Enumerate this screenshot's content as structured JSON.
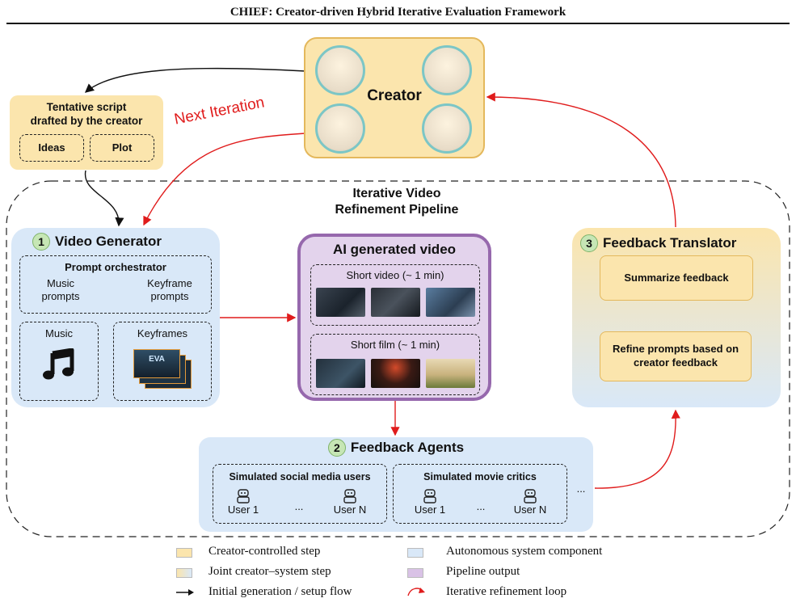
{
  "title": "CHIEF: Creator-driven Hybrid Iterative Evaluation Framework",
  "creator": {
    "label": "Creator"
  },
  "script": {
    "title_line1": "Tentative script",
    "title_line2": "drafted by the creator",
    "ideas": "Ideas",
    "plot": "Plot"
  },
  "loop_label": "Next Iteration",
  "pipeline": {
    "line1": "Iterative Video",
    "line2": "Refinement Pipeline"
  },
  "video_generator": {
    "number": "1",
    "title": "Video Generator",
    "orchestrator": "Prompt orchestrator",
    "music_prompts_l1": "Music",
    "music_prompts_l2": "prompts",
    "keyframe_prompts_l1": "Keyframe",
    "keyframe_prompts_l2": "prompts",
    "music": "Music",
    "keyframes": "Keyframes",
    "keyframe_text": "EVA"
  },
  "ai_video": {
    "title": "AI generated video",
    "short_video": "Short video (~ 1 min)",
    "short_film": "Short film (~ 1 min)"
  },
  "feedback_translator": {
    "number": "3",
    "title": "Feedback Translator",
    "summarize": "Summarize feedback",
    "refine_l1": "Refine prompts based on",
    "refine_l2": "creator feedback"
  },
  "feedback_agents": {
    "number": "2",
    "title": "Feedback Agents",
    "social": "Simulated social media users",
    "critics": "Simulated movie critics",
    "user1": "User 1",
    "userN": "User N",
    "dots": "...",
    "outer_dots": "..."
  },
  "legend": {
    "creator_controlled": "Creator-controlled step",
    "joint": "Joint creator–system step",
    "initial_flow": "Initial generation / setup flow",
    "autonomous": "Autonomous system component",
    "pipeline_output": "Pipeline output",
    "iterative_loop": "Iterative refinement loop"
  },
  "colors": {
    "creator": "#fbe5ad",
    "autonomous": "#d9e8f8",
    "output": "#e3d3ec",
    "loop_arrow": "#e01c1c"
  }
}
